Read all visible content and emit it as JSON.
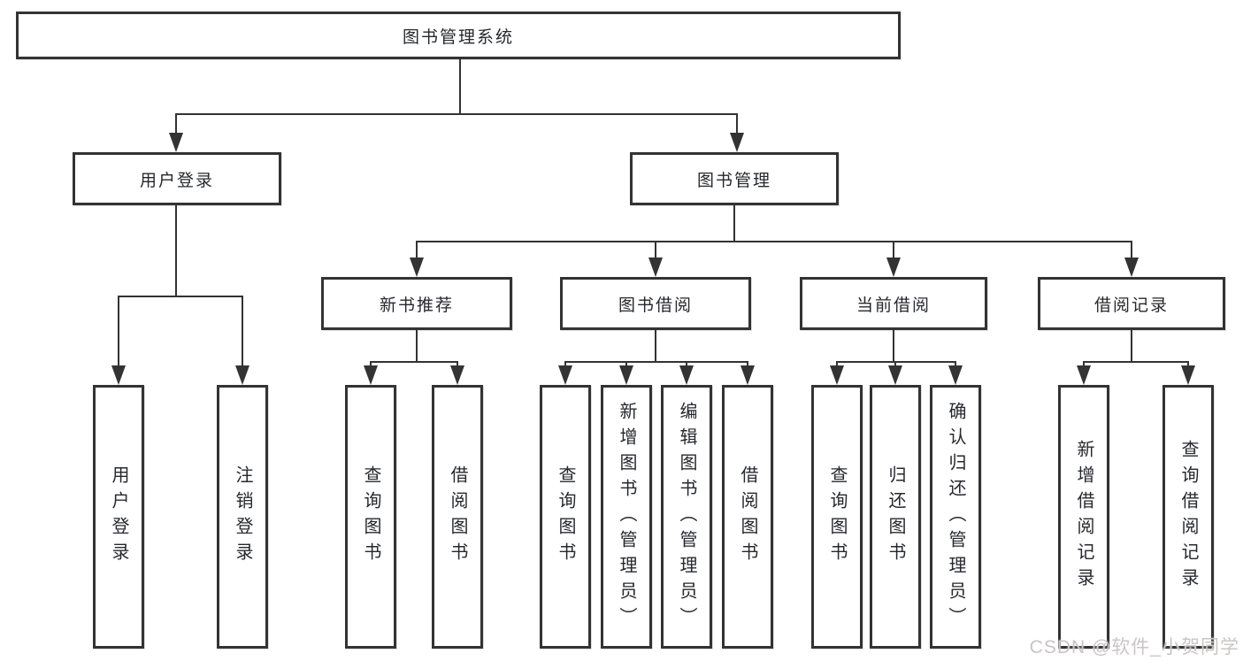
{
  "colors": {
    "line": "#333333",
    "text": "#26282c",
    "box_background": "#ffffff",
    "watermark": "#c9c5c5"
  },
  "watermark": {
    "text": "CSDN @软件_小贺同学"
  },
  "tree": {
    "root": {
      "label": "图书管理系统",
      "children": [
        {
          "label": "用户登录",
          "children": [
            {
              "label": "用户登录"
            },
            {
              "label": "注销登录"
            }
          ]
        },
        {
          "label": "图书管理",
          "children": [
            {
              "label": "新书推荐",
              "children": [
                {
                  "label": "查询图书"
                },
                {
                  "label": "借阅图书"
                }
              ]
            },
            {
              "label": "图书借阅",
              "children": [
                {
                  "label": "查询图书"
                },
                {
                  "label": "新增图书（管理员）"
                },
                {
                  "label": "编辑图书（管理员）"
                },
                {
                  "label": "借阅图书"
                }
              ]
            },
            {
              "label": "当前借阅",
              "children": [
                {
                  "label": "查询图书"
                },
                {
                  "label": "归还图书"
                },
                {
                  "label": "确认归还（管理员）"
                }
              ]
            },
            {
              "label": "借阅记录",
              "children": [
                {
                  "label": "新增借阅记录"
                },
                {
                  "label": "查询借阅记录"
                }
              ]
            }
          ]
        }
      ]
    }
  }
}
